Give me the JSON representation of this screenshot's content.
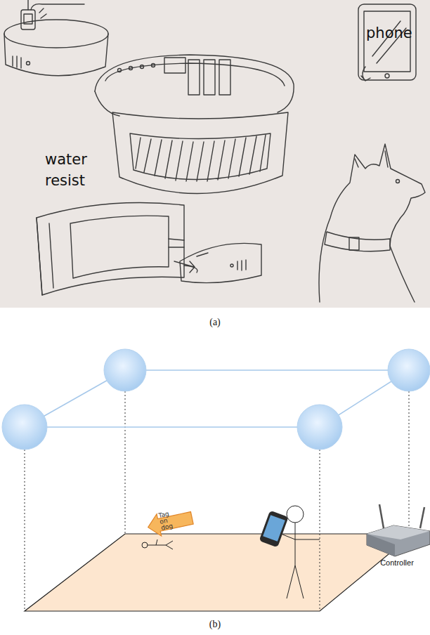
{
  "diagram": {
    "nodes": [
      {
        "text": [
          "Tag on dog"
        ]
      }
    ],
    "labels": [
      "phone",
      "water resist",
      "(a)",
      "Controller",
      "(b)"
    ]
  }
}
